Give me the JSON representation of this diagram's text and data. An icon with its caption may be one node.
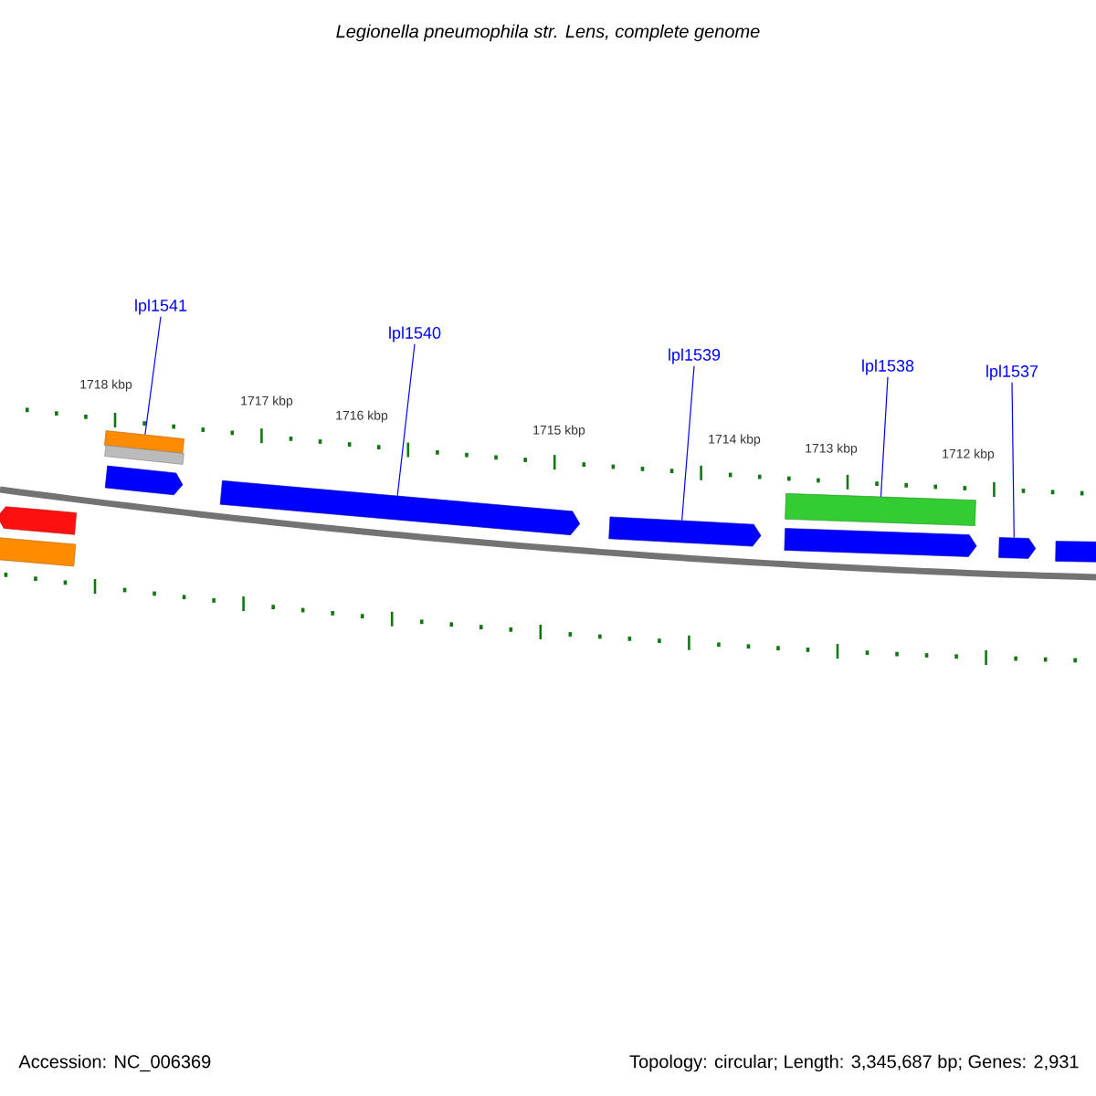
{
  "diagram": {
    "title": "Legionella pneumophila str. Lens, complete genome",
    "nodes": [
      {
        "text": [
          "lpl1541"
        ]
      },
      {
        "text": [
          "lpl1540"
        ]
      },
      {
        "text": [
          "lpl1539"
        ]
      },
      {
        "text": [
          "lpl1538"
        ]
      },
      {
        "text": [
          "lpl1537"
        ]
      },
      {
        "text": [],
        "shape": "bar"
      },
      {
        "text": [],
        "shape": "bar"
      },
      {
        "text": [],
        "shape": "pentagon"
      },
      {
        "text": [],
        "shape": "pentagon"
      },
      {
        "text": [],
        "shape": "pentagon"
      },
      {
        "text": [],
        "shape": "bar"
      },
      {
        "text": [],
        "shape": "pentagon"
      },
      {
        "text": [],
        "shape": "pentagon"
      },
      {
        "text": [],
        "shape": "pentagon"
      },
      {
        "text": [],
        "shape": "pentagon"
      },
      {
        "text": [],
        "shape": "bar"
      }
    ],
    "edges": [
      {
        "from": 0,
        "to": 5,
        "arrow": "none"
      },
      {
        "from": 1,
        "to": 8,
        "arrow": "none"
      },
      {
        "from": 2,
        "to": 9,
        "arrow": "none"
      },
      {
        "from": 3,
        "to": 10,
        "arrow": "none"
      },
      {
        "from": 4,
        "to": 12,
        "arrow": "none"
      }
    ],
    "labels": [
      "1718 kbp",
      "1717 kbp",
      "1716 kbp",
      "1715 kbp",
      "1714 kbp",
      "1713 kbp",
      "1712 kbp",
      "Accession: NC_006369",
      "Topology: circular; Length: 3,345,687 bp; Genes: 2,931"
    ]
  }
}
